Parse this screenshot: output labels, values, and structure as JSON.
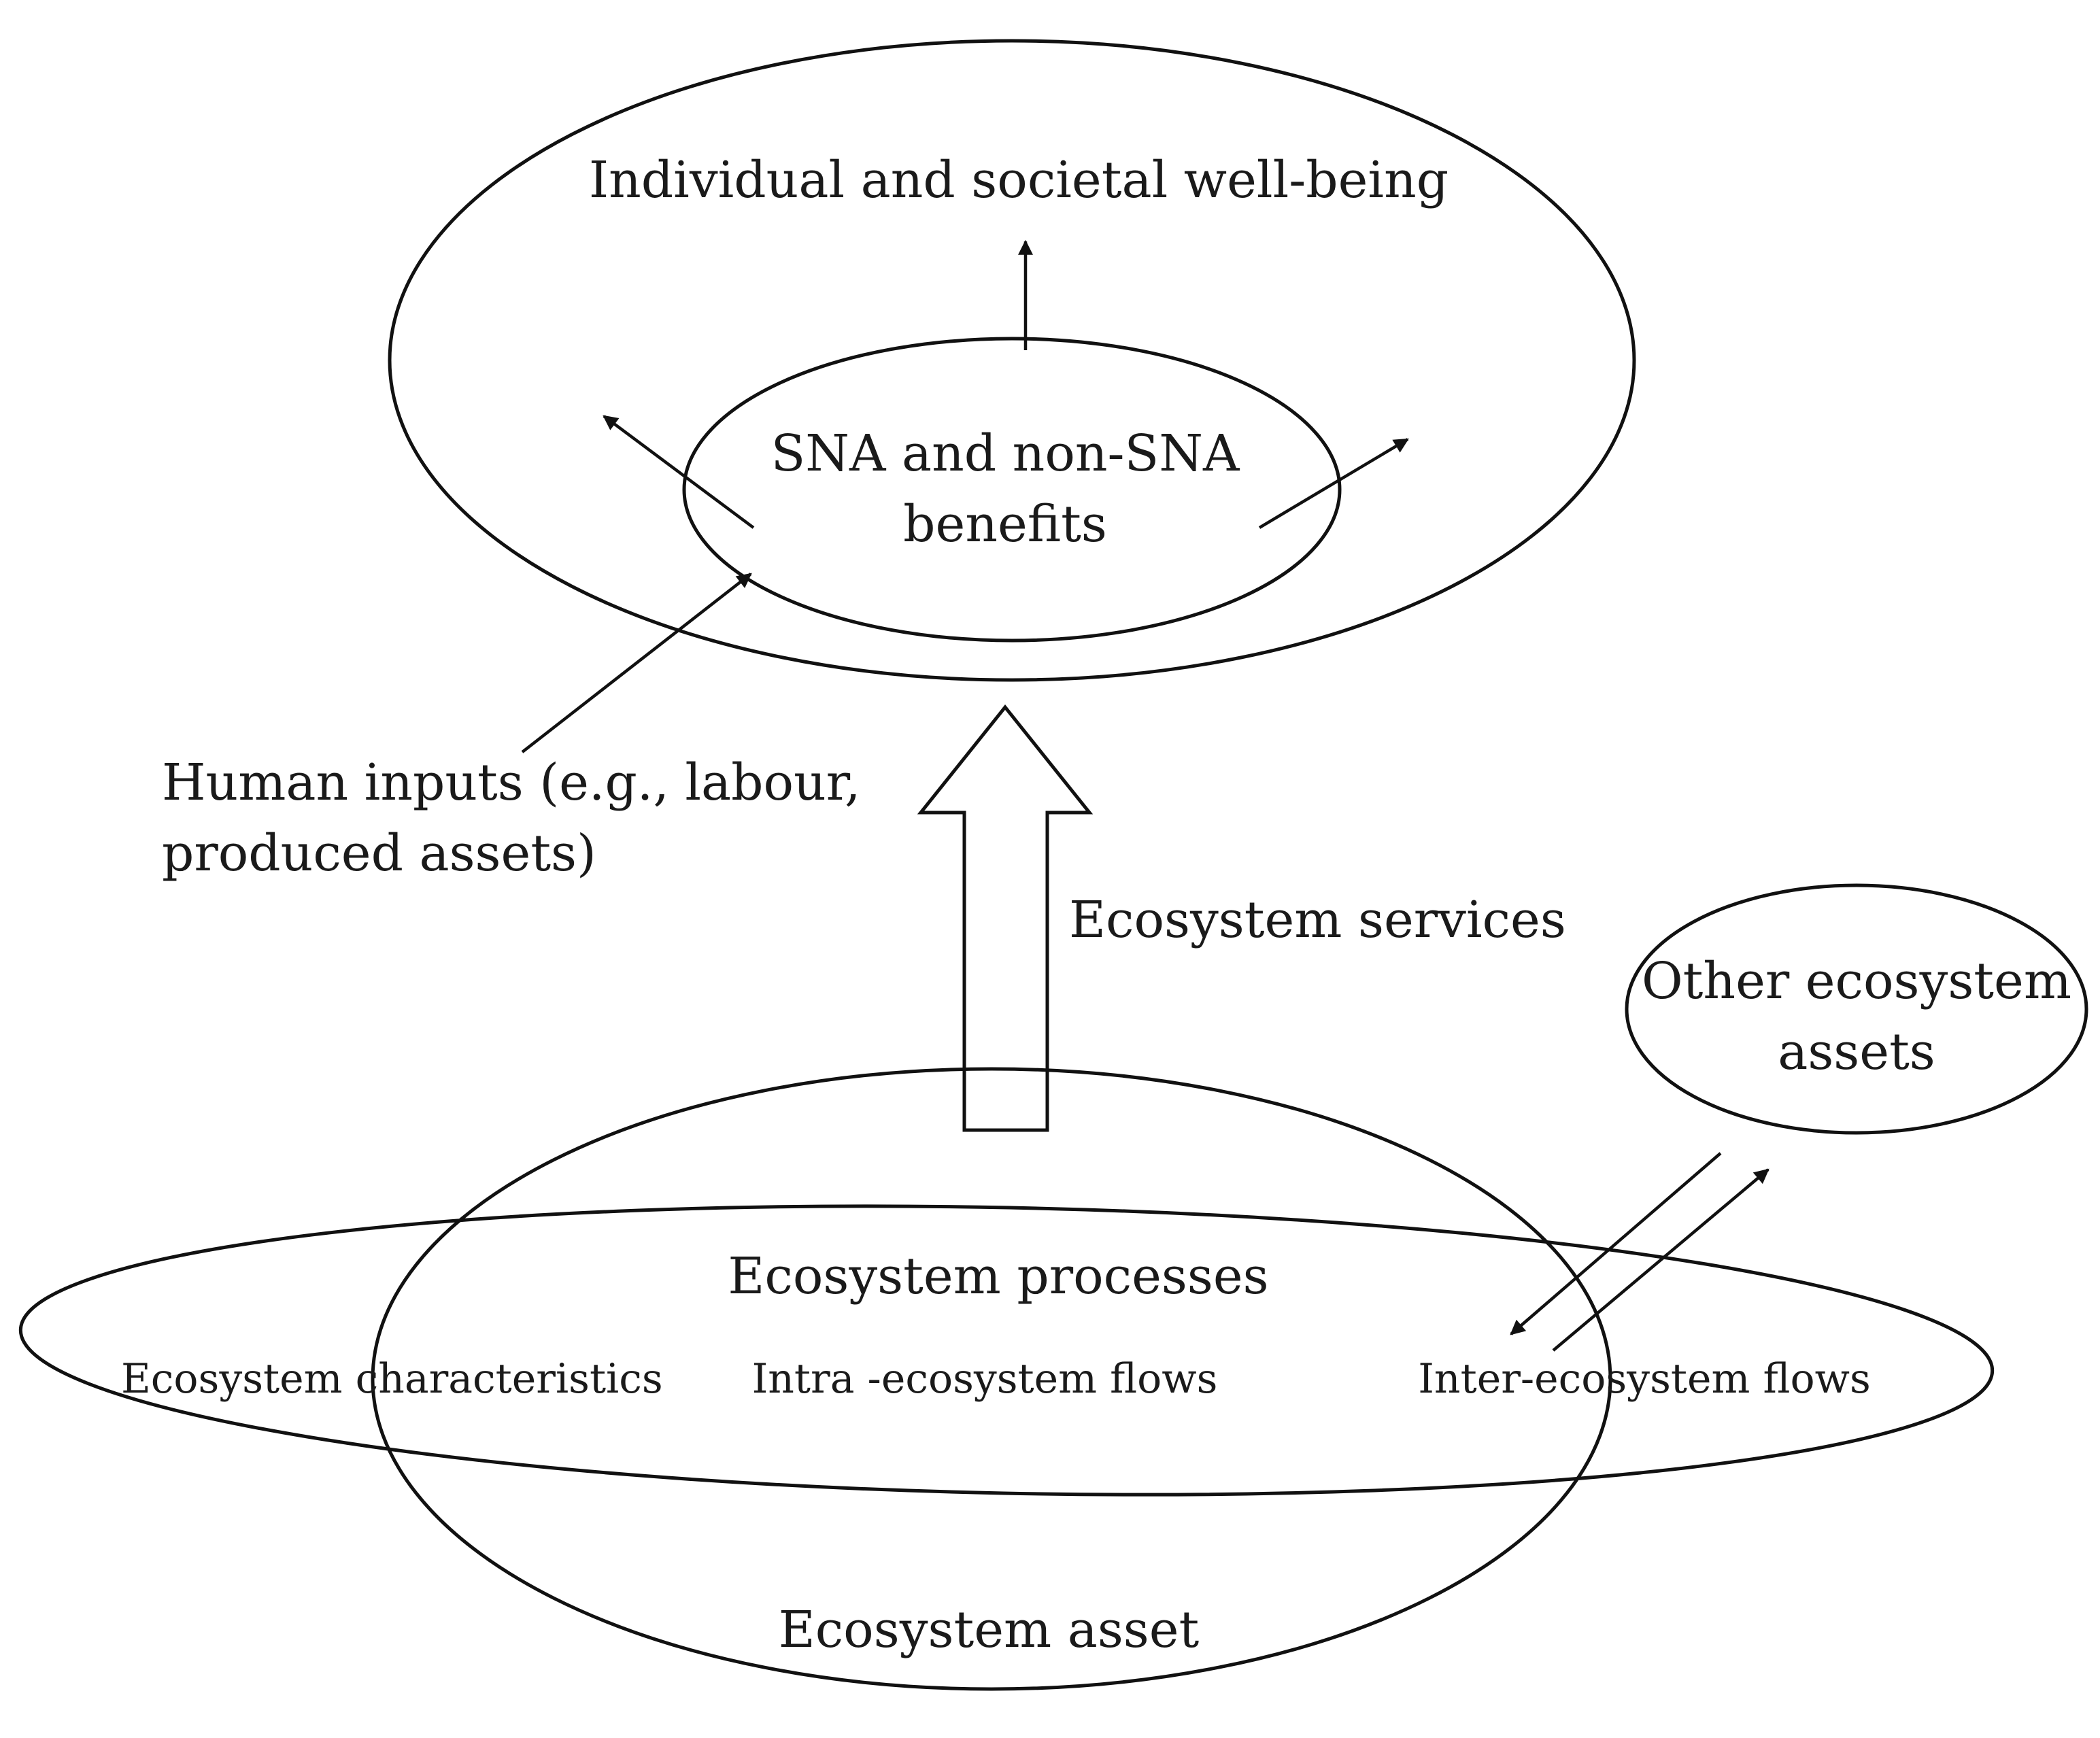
{
  "nodes": {
    "wellbeing": "Individual and societal well-being",
    "benefits_line1": "SNA and non-SNA",
    "benefits_line2": "benefits",
    "other_assets_line1": "Other ecosystem",
    "other_assets_line2": "assets",
    "processes": "Ecosystem processes",
    "characteristics": "Ecosystem characteristics",
    "intra_flows": "Intra -ecosystem flows",
    "inter_flows": "Inter-ecosystem flows",
    "asset": "Ecosystem asset"
  },
  "labels": {
    "human_inputs_line1": "Human inputs (e.g., labour,",
    "human_inputs_line2": "produced assets)",
    "services": "Ecosystem services"
  },
  "colors": {
    "stroke": "#111111",
    "text": "#1a1a1a",
    "background": "#ffffff"
  }
}
